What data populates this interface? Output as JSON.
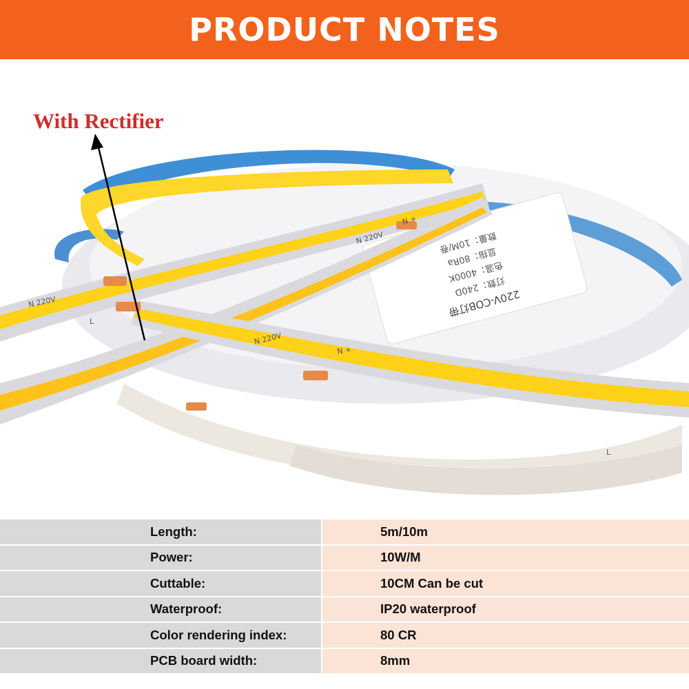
{
  "banner": {
    "title": "PRODUCT NOTES"
  },
  "photo": {
    "callout": "With Rectifier",
    "strip_markings": [
      "N 220V",
      "L",
      "N +",
      "–",
      "L"
    ],
    "reel_label": [
      "220V-COB灯带",
      "灯数：240D",
      "色温：4000K",
      "显指：80Ra",
      "数量：10M/卷"
    ],
    "colors": {
      "accent": "#f2621c",
      "callout": "#d42b2b",
      "led_yellow": "#ffd21a",
      "reel_blue": "#3f8fd6",
      "strip_sheath": "#d8d8de"
    }
  },
  "specs": [
    {
      "label": "Length:",
      "value": "5m/10m"
    },
    {
      "label": "Power:",
      "value": "10W/M"
    },
    {
      "label": "Cuttable:",
      "value": "10CM Can be cut"
    },
    {
      "label": "Waterproof:",
      "value": "IP20 waterproof"
    },
    {
      "label": "Color rendering index:",
      "value": "80 CR"
    },
    {
      "label": "PCB board width:",
      "value": "8mm"
    }
  ]
}
